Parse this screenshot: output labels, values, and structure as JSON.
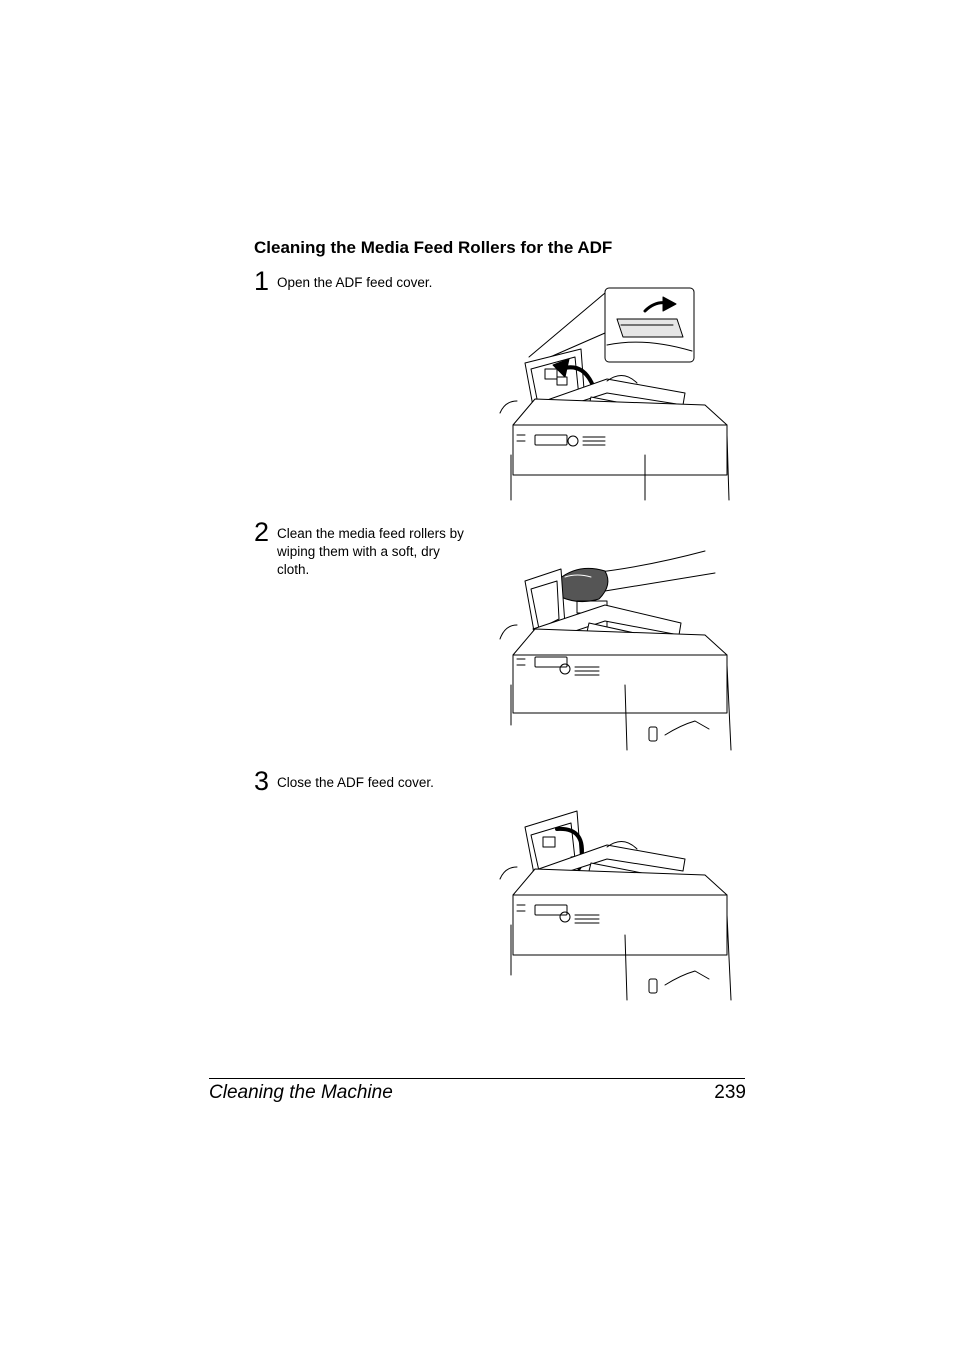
{
  "section": {
    "title": "Cleaning the Media Feed Rollers for the ADF"
  },
  "steps": [
    {
      "number": "1",
      "text": "Open the ADF feed cover."
    },
    {
      "number": "2",
      "text_lines": [
        "Clean the media feed rollers by",
        "wiping them with a soft, dry",
        "cloth."
      ]
    },
    {
      "number": "3",
      "text": "Close the ADF feed cover."
    }
  ],
  "illustrations": [
    {
      "icon": "printer-adf-open-cover-illustration"
    },
    {
      "icon": "printer-adf-wipe-rollers-illustration"
    },
    {
      "icon": "printer-adf-close-cover-illustration"
    }
  ],
  "footer": {
    "chapter": "Cleaning the Machine",
    "page_number": "239"
  }
}
